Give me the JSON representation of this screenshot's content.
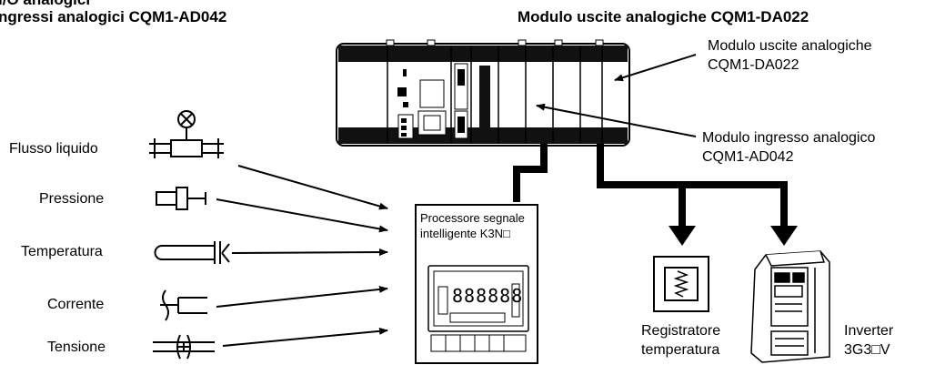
{
  "header": {
    "left_title_line1": "I/O analogici",
    "left_title_line2": "ngressi analogici CQM1-AD042",
    "right_title": "Modulo uscite analogiche CQM1-DA022"
  },
  "callouts": {
    "output_module_line1": "Modulo uscite analogiche",
    "output_module_line2": "CQM1-DA022",
    "input_module_line1": "Modulo ingresso analogico",
    "input_module_line2": "CQM1-AD042"
  },
  "sensors": [
    {
      "label": "Flusso liquido",
      "icon": "flow-meter-icon"
    },
    {
      "label": "Pressione",
      "icon": "pressure-sensor-icon"
    },
    {
      "label": "Temperatura",
      "icon": "temperature-probe-icon"
    },
    {
      "label": "Corrente",
      "icon": "current-transformer-icon"
    },
    {
      "label": "Tensione",
      "icon": "voltage-transformer-icon"
    }
  ],
  "processor": {
    "line1": "Processore segnale",
    "line2": "intelligente K3N□",
    "display": "888888"
  },
  "recorder": {
    "line1": "Registratore",
    "line2": "temperatura",
    "icon": "recorder-icon"
  },
  "inverter": {
    "line1": "Inverter",
    "line2": "3G3□V",
    "icon": "inverter-icon"
  },
  "plc": {
    "icon": "plc-rack-icon"
  }
}
